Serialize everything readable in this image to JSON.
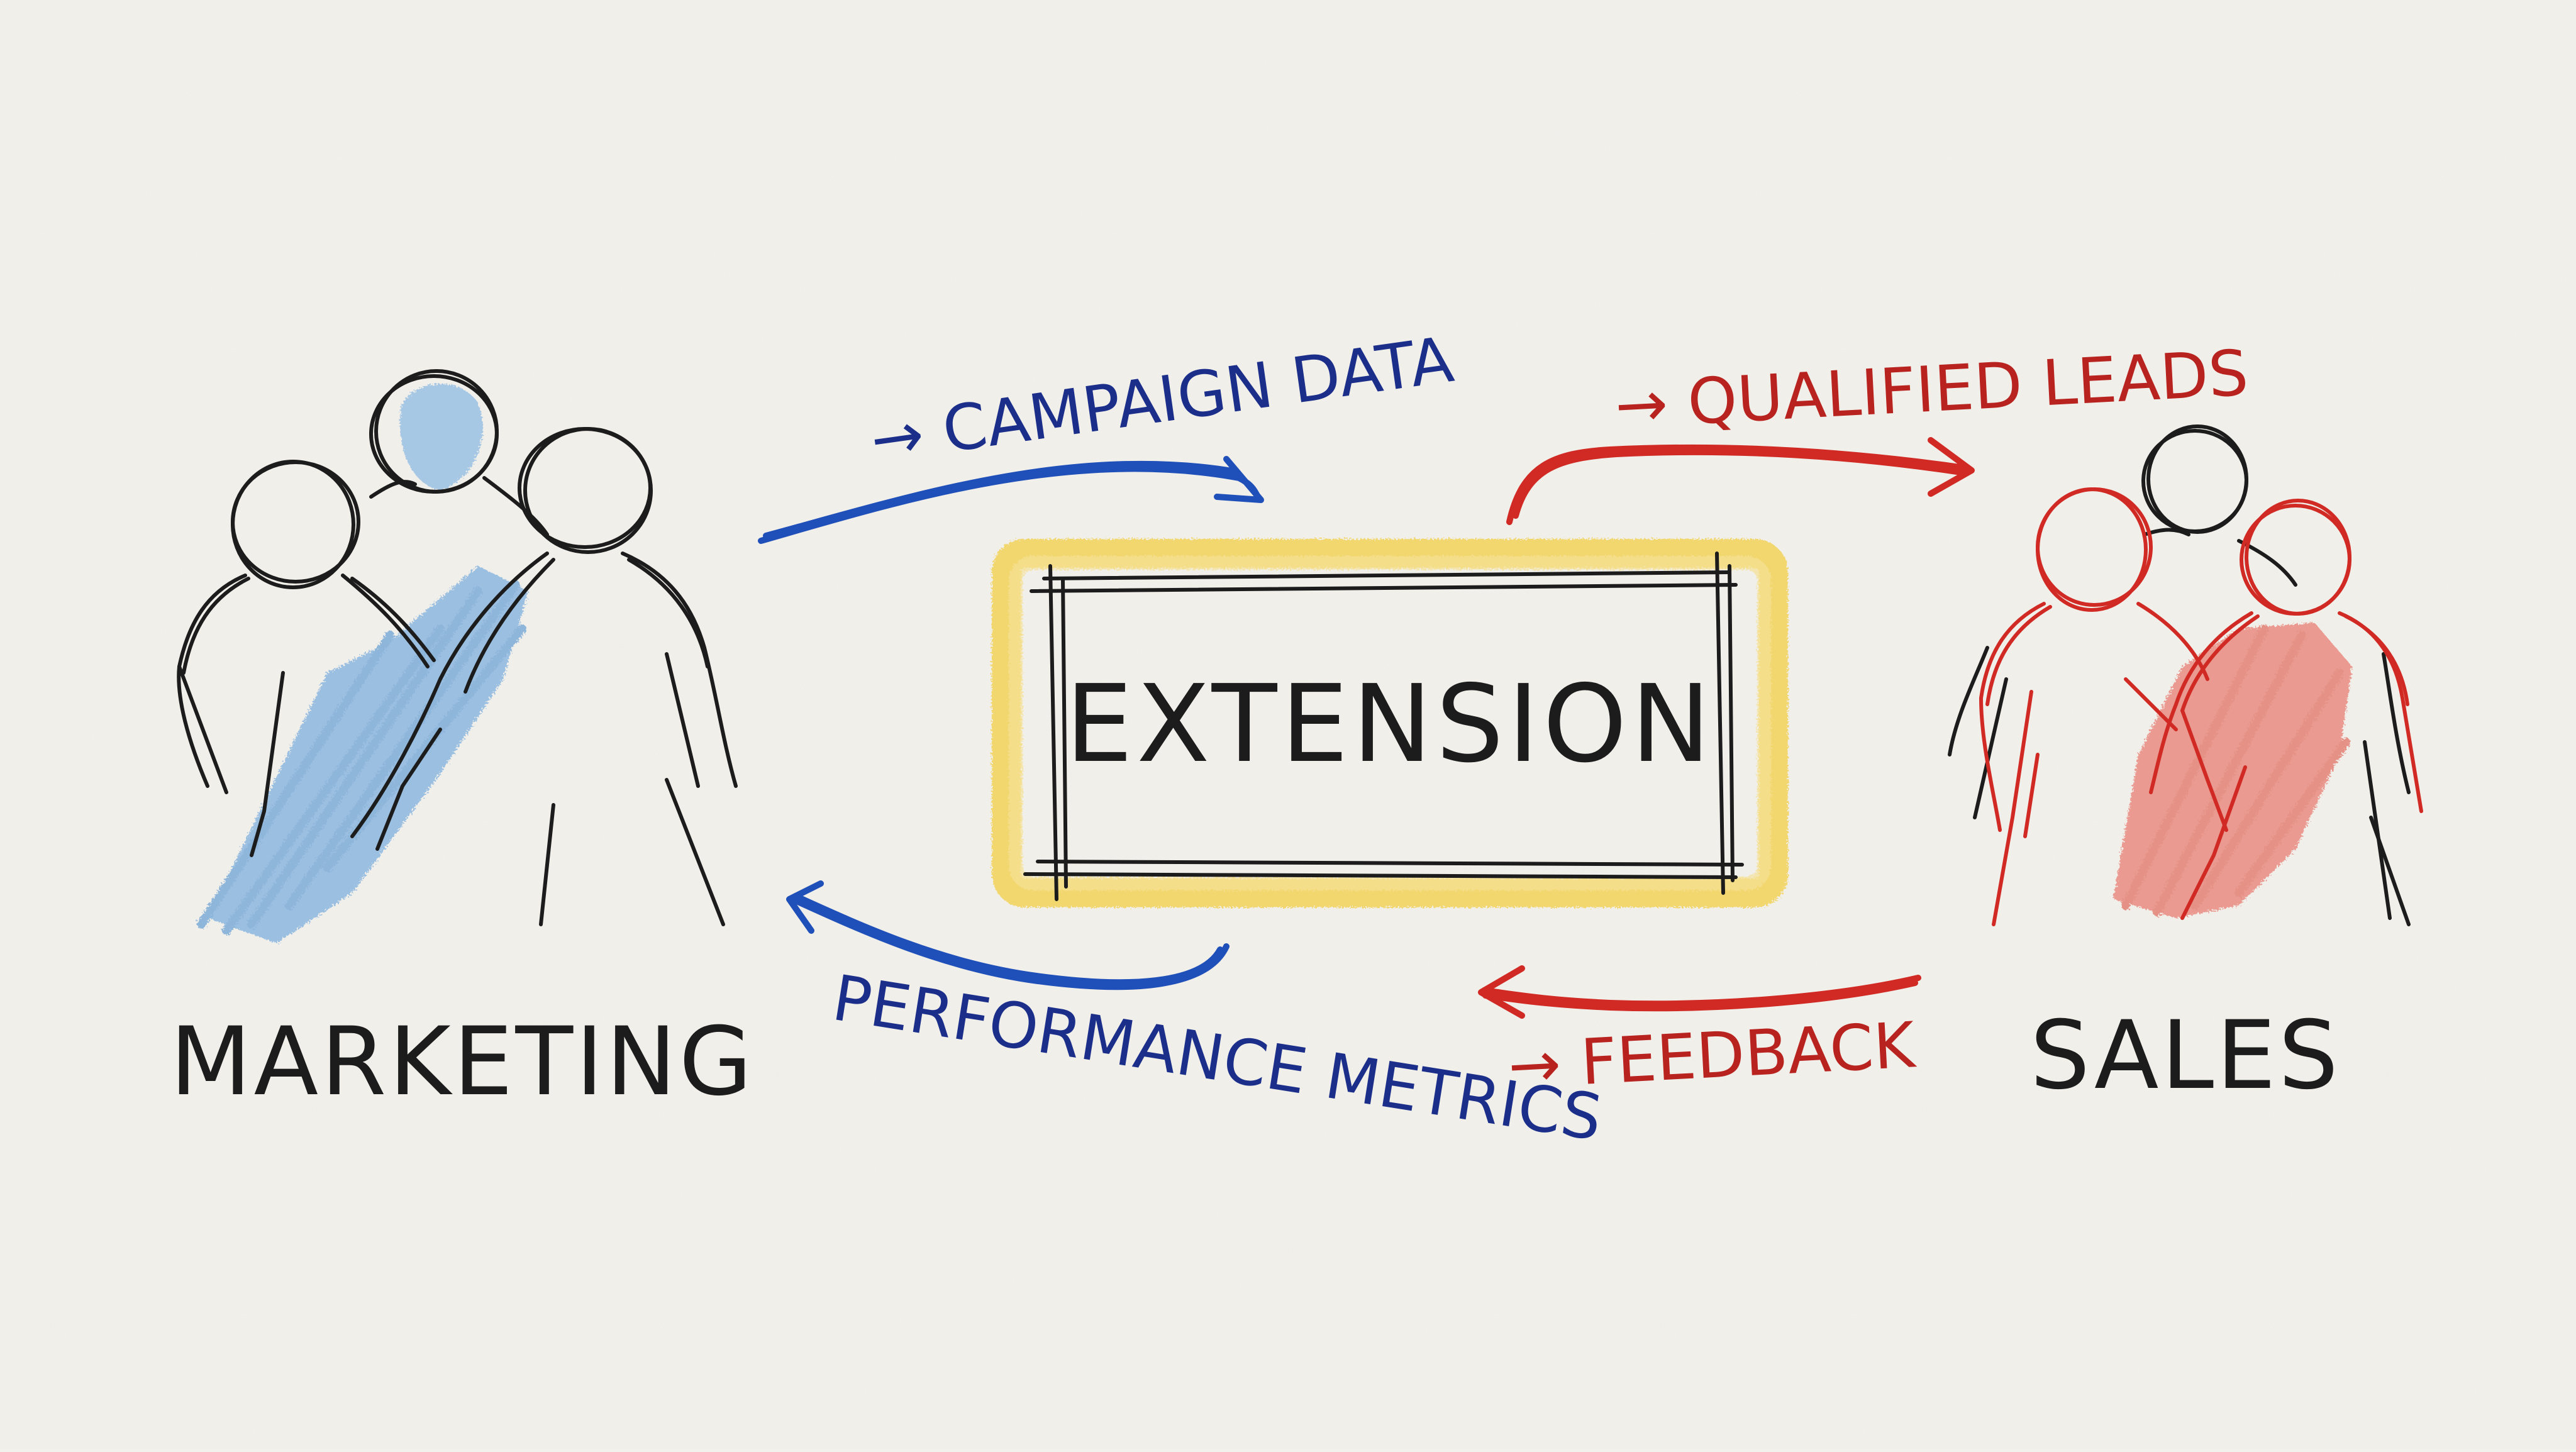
{
  "groups": {
    "marketing": {
      "label": "MARKETING",
      "fill_color": "#7fb0de"
    },
    "sales": {
      "label": "SALES",
      "fill_color": "#e8776a"
    }
  },
  "center": {
    "label": "EXTENSION",
    "highlight_color": "#f3d35a"
  },
  "flows": {
    "campaign_data": {
      "label": "→ CAMPAIGN DATA",
      "color": "#1f4fb8",
      "text_color": "#1a2e8a"
    },
    "qualified_leads": {
      "label": "→ QUALIFIED LEADS",
      "color": "#d12a24",
      "text_color": "#b8231f"
    },
    "performance_metrics": {
      "label": "PERFORMANCE METRICS",
      "color": "#1f4fb8",
      "text_color": "#1a2e8a"
    },
    "feedback": {
      "label": "→ FEEDBACK",
      "color": "#d12a24",
      "text_color": "#b8231f"
    }
  },
  "colors": {
    "paper": "#f3f1ec",
    "ink": "#1c1c1c"
  }
}
